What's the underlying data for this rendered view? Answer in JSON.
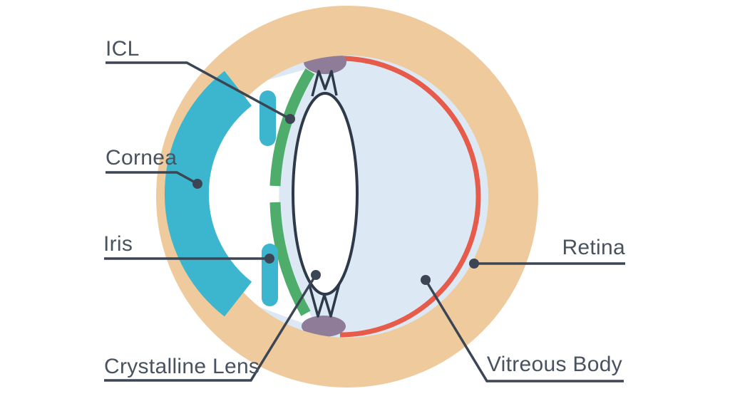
{
  "diagram": {
    "name": "Eye cross-section with implantable collamer lens",
    "labels": {
      "icl": "ICL",
      "cornea": "Cornea",
      "iris": "Iris",
      "crystalline_lens": "Crystalline Lens",
      "retina": "Retina",
      "vitreous_body": "Vitreous Body"
    },
    "colors": {
      "sclera": "#EFCA9C",
      "cornea": "#3CB6CE",
      "iris": "#3CB6CE",
      "icl": "#4EAD6B",
      "vitreous": "#DCE9F5",
      "anterior_chamber": "#FFFFFF",
      "retina": "#E75B4A",
      "ciliary_body": "#8E7C98",
      "lens_fill": "#FFFFFF",
      "lens_outline": "#2E3A49",
      "leader_line": "#3B4553",
      "label_text": "#49525F"
    }
  }
}
